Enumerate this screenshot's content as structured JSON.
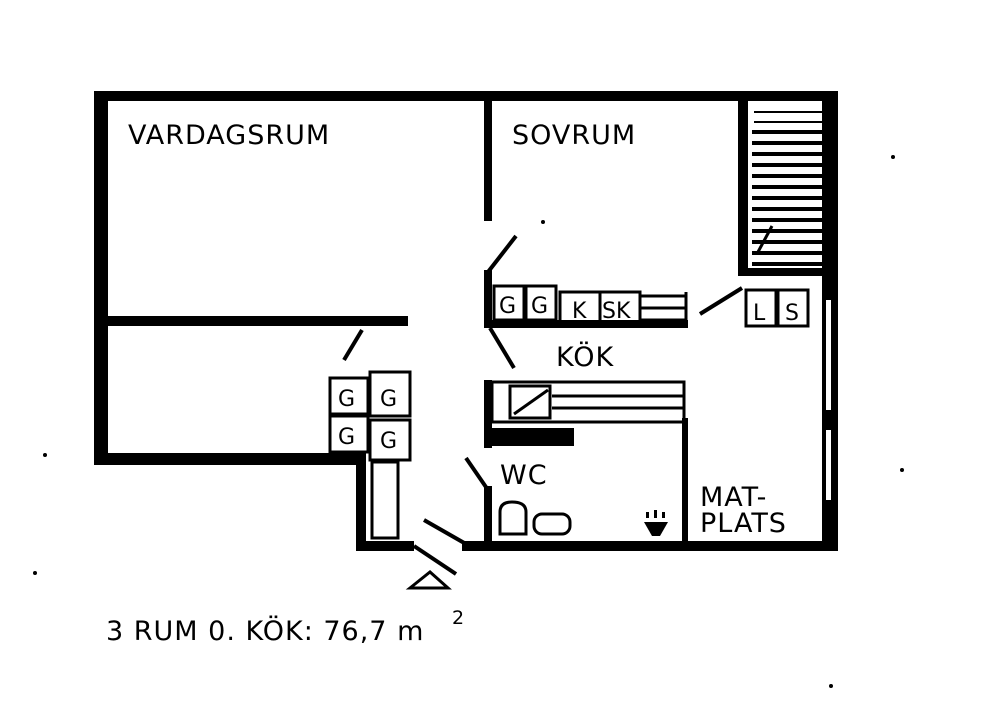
{
  "rooms": {
    "vardagsrum": "VARDAGSRUM",
    "sovrum": "SOVRUM",
    "kok": "KÖK",
    "wc": "WC",
    "matplats_line1": "MAT-",
    "matplats_line2": "PLATS"
  },
  "fixtures": {
    "g": "G",
    "k": "K",
    "sk": "SK",
    "l": "L",
    "s": "S"
  },
  "caption": {
    "text": "3 RUM 0. KÖK: 76,7 m",
    "superscript": "2"
  }
}
